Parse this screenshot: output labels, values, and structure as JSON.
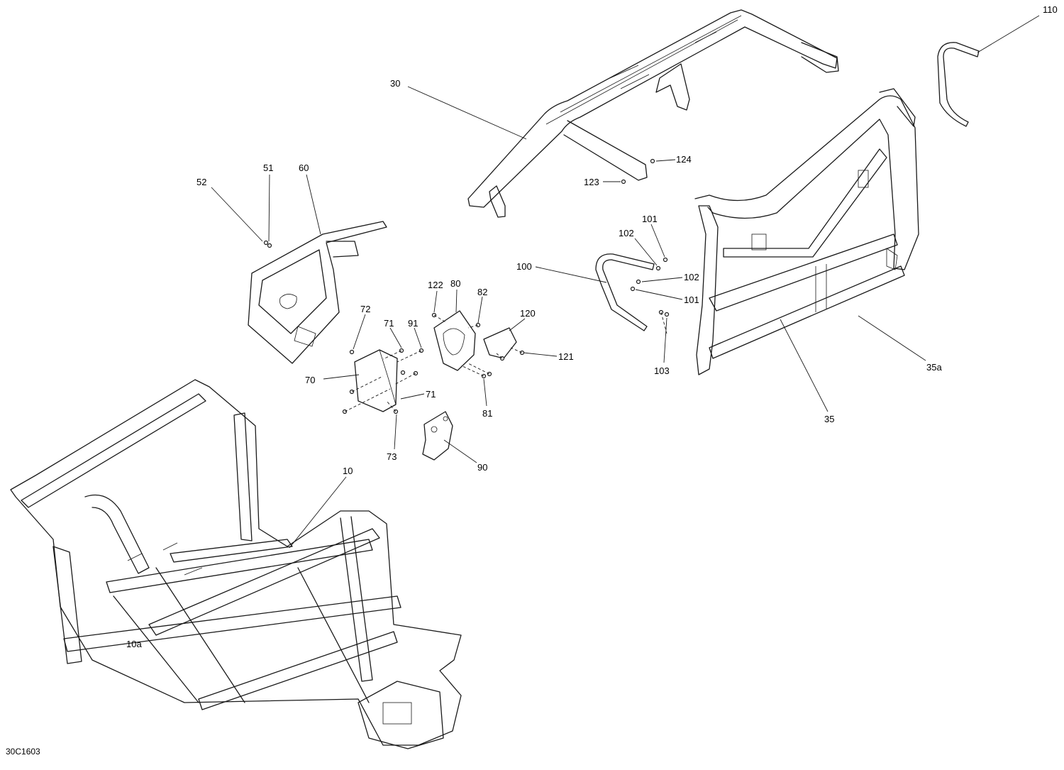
{
  "diagram_code": "30C1603",
  "callouts": [
    {
      "id": "110",
      "label": "110"
    },
    {
      "id": "30",
      "label": "30"
    },
    {
      "id": "124",
      "label": "124"
    },
    {
      "id": "123",
      "label": "123"
    },
    {
      "id": "51",
      "label": "51"
    },
    {
      "id": "60",
      "label": "60"
    },
    {
      "id": "52",
      "label": "52"
    },
    {
      "id": "101a",
      "label": "101"
    },
    {
      "id": "102a",
      "label": "102"
    },
    {
      "id": "100",
      "label": "100"
    },
    {
      "id": "102b",
      "label": "102"
    },
    {
      "id": "101b",
      "label": "101"
    },
    {
      "id": "122",
      "label": "122"
    },
    {
      "id": "80",
      "label": "80"
    },
    {
      "id": "82",
      "label": "82"
    },
    {
      "id": "120",
      "label": "120"
    },
    {
      "id": "121",
      "label": "121"
    },
    {
      "id": "72",
      "label": "72"
    },
    {
      "id": "71a",
      "label": "71"
    },
    {
      "id": "91",
      "label": "91"
    },
    {
      "id": "70",
      "label": "70"
    },
    {
      "id": "71b",
      "label": "71"
    },
    {
      "id": "81",
      "label": "81"
    },
    {
      "id": "73",
      "label": "73"
    },
    {
      "id": "90",
      "label": "90"
    },
    {
      "id": "103",
      "label": "103"
    },
    {
      "id": "35a",
      "label": "35a"
    },
    {
      "id": "35",
      "label": "35"
    },
    {
      "id": "10",
      "label": "10"
    },
    {
      "id": "10a",
      "label": "10a"
    }
  ]
}
